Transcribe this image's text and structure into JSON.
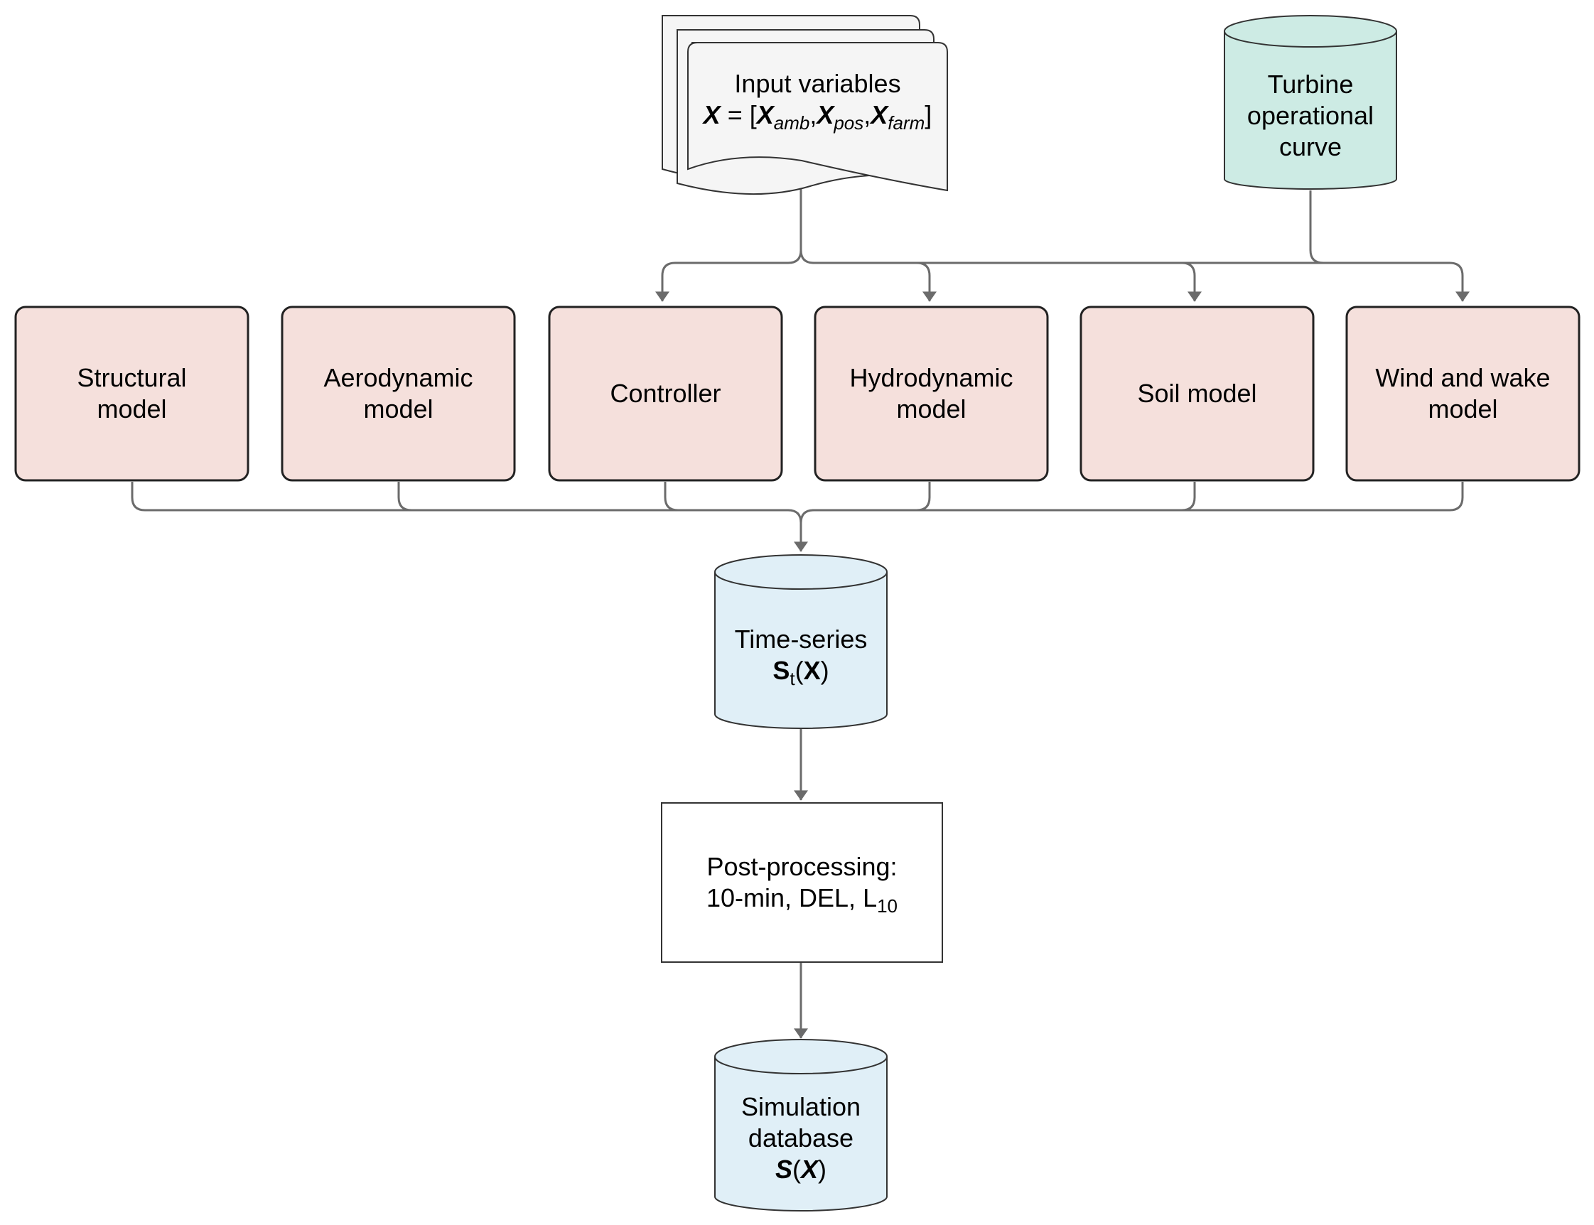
{
  "input_doc": {
    "line1": "Input variables",
    "x_sym": "X",
    "eq": " = [",
    "x1": "X",
    "x1_sub": "amb",
    "comma1": ",",
    "x2": "X",
    "x2_sub": "pos",
    "comma2": ",",
    "x3": "X",
    "x3_sub": "farm",
    "close": "]"
  },
  "turbine_curve": {
    "line1": "Turbine",
    "line2": "operational",
    "line3": "curve"
  },
  "models": [
    {
      "line1": "Structural",
      "line2": "model"
    },
    {
      "line1": "Aerodynamic",
      "line2": "model"
    },
    {
      "line1": "Controller",
      "line2": ""
    },
    {
      "line1": "Hydrodynamic",
      "line2": "model"
    },
    {
      "line1": "Soil model",
      "line2": ""
    },
    {
      "line1": "Wind and wake",
      "line2": "model"
    }
  ],
  "time_series": {
    "line1": "Time-series",
    "s": "S",
    "s_sub": "t",
    "paren_open": "(",
    "x": "X",
    "paren_close": ")"
  },
  "post_processing": {
    "line1": "Post-processing:",
    "line2": "10-min, DEL, L",
    "line2_sub": "10"
  },
  "sim_db": {
    "line1": "Simulation",
    "line2": "database",
    "s": "S",
    "paren_open": "(",
    "x": "X",
    "paren_close": ")"
  },
  "colors": {
    "model_fill": "#f5e0dc",
    "turbine_fill": "#cdebe4",
    "db_fill": "#e0eff7",
    "doc_fill": "#f5f5f5",
    "stroke": "#333333",
    "connector": "#6b6b6b"
  }
}
